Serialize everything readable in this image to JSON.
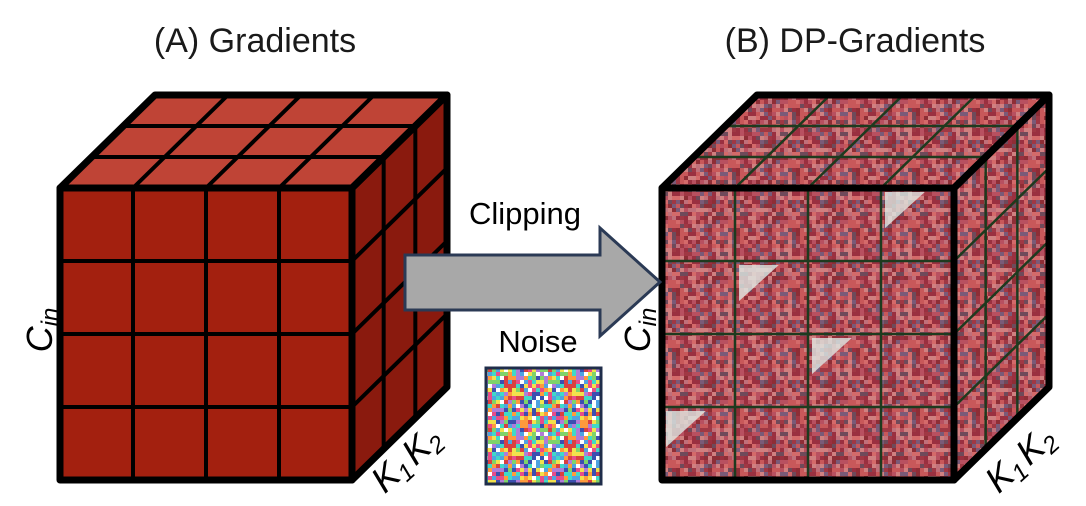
{
  "panel_a": {
    "title": "(A) Gradients",
    "axis_vertical": "C",
    "axis_vertical_sub": "in",
    "axis_depth_k1": "K",
    "axis_depth_k1_sub": "1",
    "axis_depth_k2": "K",
    "axis_depth_k2_sub": "2"
  },
  "panel_b": {
    "title": "(B) DP-Gradients",
    "axis_vertical": "C",
    "axis_vertical_sub": "in",
    "axis_depth_k1": "K",
    "axis_depth_k1_sub": "1",
    "axis_depth_k2": "K",
    "axis_depth_k2_sub": "2"
  },
  "arrow": {
    "label_top": "Clipping",
    "label_bottom": "Noise"
  },
  "colors": {
    "front": "#a3200f",
    "top": "#bf4436",
    "side": "#8a1a0e",
    "edge": "#000000",
    "arrow_fill": "#a8a8a8",
    "arrow_stroke": "#2b3a55",
    "noise_border": "#1f2d4a"
  },
  "icons": {
    "arrow": "right-arrow-icon",
    "noise": "noise-swatch-icon"
  }
}
